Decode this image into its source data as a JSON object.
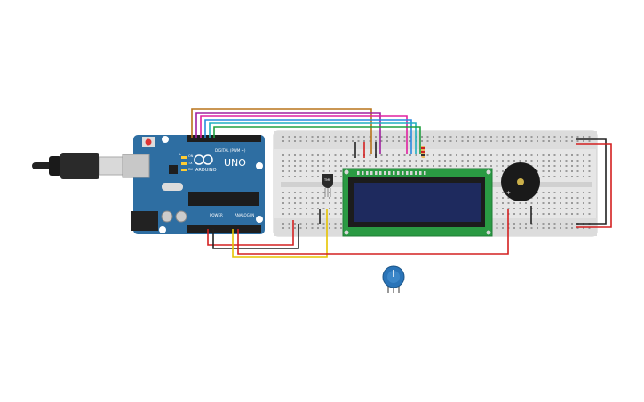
{
  "arduino": {
    "brand": "ARDUINO",
    "model": "UNO",
    "digital_label": "DIGITAL (PWM ~)",
    "power_label": "POWER",
    "analog_label": "ANALOG IN",
    "on_label": "ON",
    "tx_label": "TX",
    "rx_label": "RX",
    "l_label": "L"
  },
  "temp_sensor": {
    "label": "TMP"
  },
  "colors": {
    "board": "#2e6ea2",
    "breadboard": "#e6e6e6",
    "lcd_frame": "#2a9a43",
    "lcd_screen": "#1e2a5e",
    "buzzer": "#1a1a1a",
    "pot_knob": "#2a74b8",
    "wire_red": "#d42020",
    "wire_black": "#222222",
    "wire_yellow": "#e6c400",
    "wire_orange": "#b8741a",
    "wire_purple": "#a020a0",
    "wire_magenta": "#e020a0",
    "wire_blue": "#2a8ae0",
    "wire_cyan": "#20b0c0",
    "wire_green": "#20a040"
  }
}
